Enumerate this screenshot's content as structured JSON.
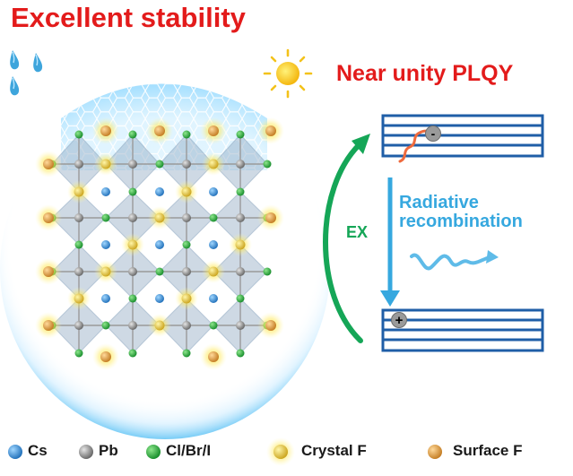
{
  "titles": {
    "stability": "Excellent stability",
    "plqy": "Near unity PLQY"
  },
  "energy_diagram": {
    "excitation_label": "EX",
    "transition_label_line1": "Radiative",
    "transition_label_line2": "recombination",
    "electron_sign": "-",
    "hole_sign": "+"
  },
  "legend": [
    {
      "id": "cs",
      "label": "Cs",
      "color": "#2e88cf"
    },
    {
      "id": "pb",
      "label": "Pb",
      "color": "#8c8c8c"
    },
    {
      "id": "halide",
      "label": "Cl/Br/I",
      "color": "#24a33b"
    },
    {
      "id": "crystal-f",
      "label": "Crystal F",
      "color": "#e8c22e"
    },
    {
      "id": "surface-f",
      "label": "Surface F",
      "color": "#de9b33"
    }
  ],
  "colors": {
    "title_red": "#e31b1b",
    "ex_green": "#15a657",
    "recombination_blue": "#36a8df",
    "level_blue": "#1f5ea7"
  },
  "icons": {
    "water_drops": "water-drop-icon",
    "sun": "sun-icon",
    "wave": "emission-wave-icon"
  }
}
